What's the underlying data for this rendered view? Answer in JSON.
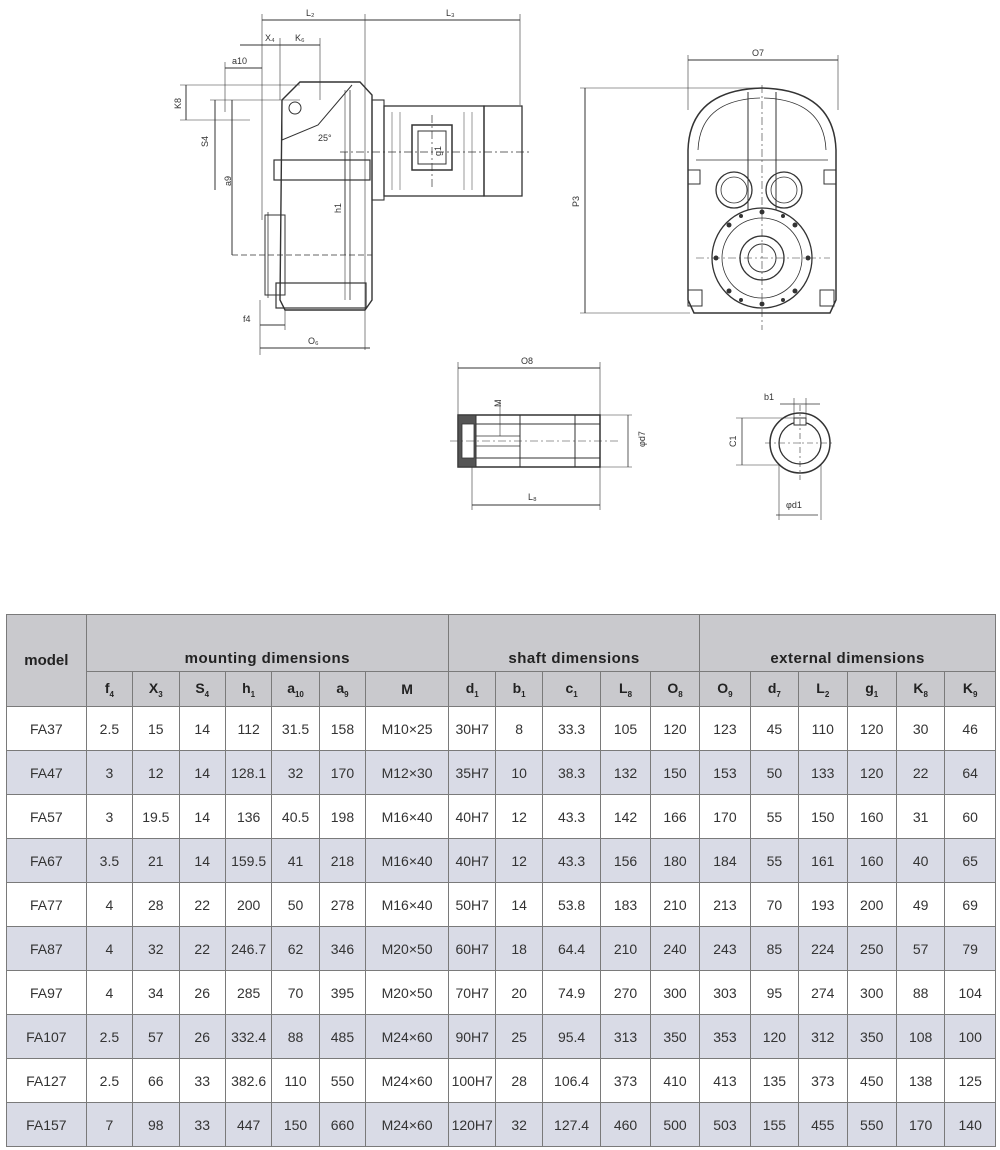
{
  "drawing": {
    "labels": {
      "L2": "L₂",
      "L3": "L₃",
      "X4": "X₄",
      "K6": "K₆",
      "a10": "a10",
      "K8": "K8",
      "S4": "S4",
      "a9": "a9",
      "h1": "h1",
      "g1": "g1",
      "f4": "f4",
      "O6": "O₆",
      "R": "25°",
      "O7": "O7",
      "P3": "P3",
      "O8": "O8",
      "M": "M",
      "d7": "φd7",
      "L8": "L₈",
      "b1": "b1",
      "C1": "C1",
      "d1": "φd1"
    }
  },
  "table": {
    "model_label": "model",
    "groups": [
      {
        "label": "mounting dimensions",
        "span": 7
      },
      {
        "label": "shaft dimensions",
        "span": 5
      },
      {
        "label": "external dimensions",
        "span": 6
      }
    ],
    "columns": [
      {
        "base": "f",
        "sub": "4"
      },
      {
        "base": "X",
        "sub": "3"
      },
      {
        "base": "S",
        "sub": "4"
      },
      {
        "base": "h",
        "sub": "1"
      },
      {
        "base": "a",
        "sub": "10"
      },
      {
        "base": "a",
        "sub": "9"
      },
      {
        "base": "M",
        "sub": ""
      },
      {
        "base": "d",
        "sub": "1"
      },
      {
        "base": "b",
        "sub": "1"
      },
      {
        "base": "c",
        "sub": "1"
      },
      {
        "base": "L",
        "sub": "8"
      },
      {
        "base": "O",
        "sub": "8"
      },
      {
        "base": "O",
        "sub": "9"
      },
      {
        "base": "d",
        "sub": "7"
      },
      {
        "base": "L",
        "sub": "2"
      },
      {
        "base": "g",
        "sub": "1"
      },
      {
        "base": "K",
        "sub": "8"
      },
      {
        "base": "K",
        "sub": "9"
      }
    ],
    "rows": [
      [
        "FA37",
        "2.5",
        "15",
        "14",
        "112",
        "31.5",
        "158",
        "M10×25",
        "30H7",
        "8",
        "33.3",
        "105",
        "120",
        "123",
        "45",
        "110",
        "120",
        "30",
        "46"
      ],
      [
        "FA47",
        "3",
        "12",
        "14",
        "128.1",
        "32",
        "170",
        "M12×30",
        "35H7",
        "10",
        "38.3",
        "132",
        "150",
        "153",
        "50",
        "133",
        "120",
        "22",
        "64"
      ],
      [
        "FA57",
        "3",
        "19.5",
        "14",
        "136",
        "40.5",
        "198",
        "M16×40",
        "40H7",
        "12",
        "43.3",
        "142",
        "166",
        "170",
        "55",
        "150",
        "160",
        "31",
        "60"
      ],
      [
        "FA67",
        "3.5",
        "21",
        "14",
        "159.5",
        "41",
        "218",
        "M16×40",
        "40H7",
        "12",
        "43.3",
        "156",
        "180",
        "184",
        "55",
        "161",
        "160",
        "40",
        "65"
      ],
      [
        "FA77",
        "4",
        "28",
        "22",
        "200",
        "50",
        "278",
        "M16×40",
        "50H7",
        "14",
        "53.8",
        "183",
        "210",
        "213",
        "70",
        "193",
        "200",
        "49",
        "69"
      ],
      [
        "FA87",
        "4",
        "32",
        "22",
        "246.7",
        "62",
        "346",
        "M20×50",
        "60H7",
        "18",
        "64.4",
        "210",
        "240",
        "243",
        "85",
        "224",
        "250",
        "57",
        "79"
      ],
      [
        "FA97",
        "4",
        "34",
        "26",
        "285",
        "70",
        "395",
        "M20×50",
        "70H7",
        "20",
        "74.9",
        "270",
        "300",
        "303",
        "95",
        "274",
        "300",
        "88",
        "104"
      ],
      [
        "FA107",
        "2.5",
        "57",
        "26",
        "332.4",
        "88",
        "485",
        "M24×60",
        "90H7",
        "25",
        "95.4",
        "313",
        "350",
        "353",
        "120",
        "312",
        "350",
        "108",
        "100"
      ],
      [
        "FA127",
        "2.5",
        "66",
        "33",
        "382.6",
        "110",
        "550",
        "M24×60",
        "100H7",
        "28",
        "106.4",
        "373",
        "410",
        "413",
        "135",
        "373",
        "450",
        "138",
        "125"
      ],
      [
        "FA157",
        "7",
        "98",
        "33",
        "447",
        "150",
        "660",
        "M24×60",
        "120H7",
        "32",
        "127.4",
        "460",
        "500",
        "503",
        "155",
        "455",
        "550",
        "170",
        "140"
      ]
    ]
  }
}
